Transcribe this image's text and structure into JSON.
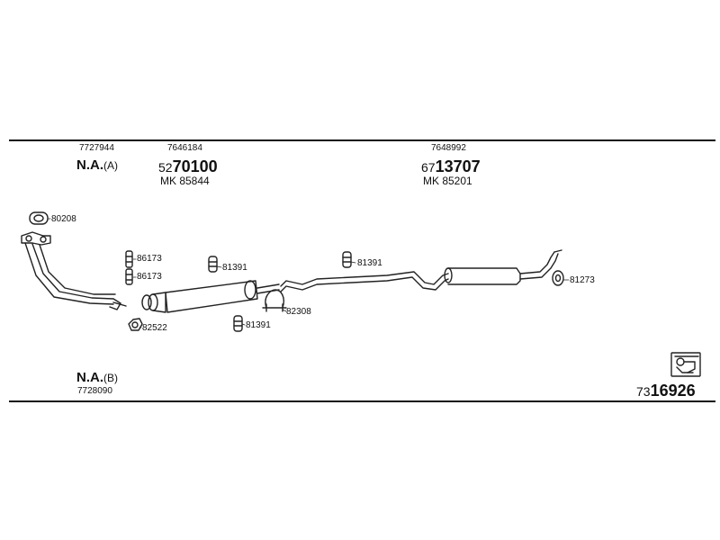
{
  "header": {
    "col1": {
      "part": "7727944",
      "status": "N.A.",
      "status_note": "(A)"
    },
    "col2": {
      "part": "7646184",
      "num_prefix": "52",
      "num_main": "70100",
      "mk": "MK  85844"
    },
    "col3": {
      "part": "7648992",
      "num_prefix": "67",
      "num_main": "13707",
      "mk": "MK  85201"
    }
  },
  "labels": {
    "gasket_top": "80208",
    "spring_1": "86173",
    "spring_2": "86173",
    "ring": "82522",
    "hanger_front": "81391",
    "hanger_mid": "81391",
    "hanger_lower": "81391",
    "clamp": "82308",
    "hanger_rear": "81273"
  },
  "footer": {
    "status": "N.A.",
    "status_note": "(B)",
    "part": "7728090",
    "ref_prefix": "73",
    "ref_main": "16926"
  }
}
